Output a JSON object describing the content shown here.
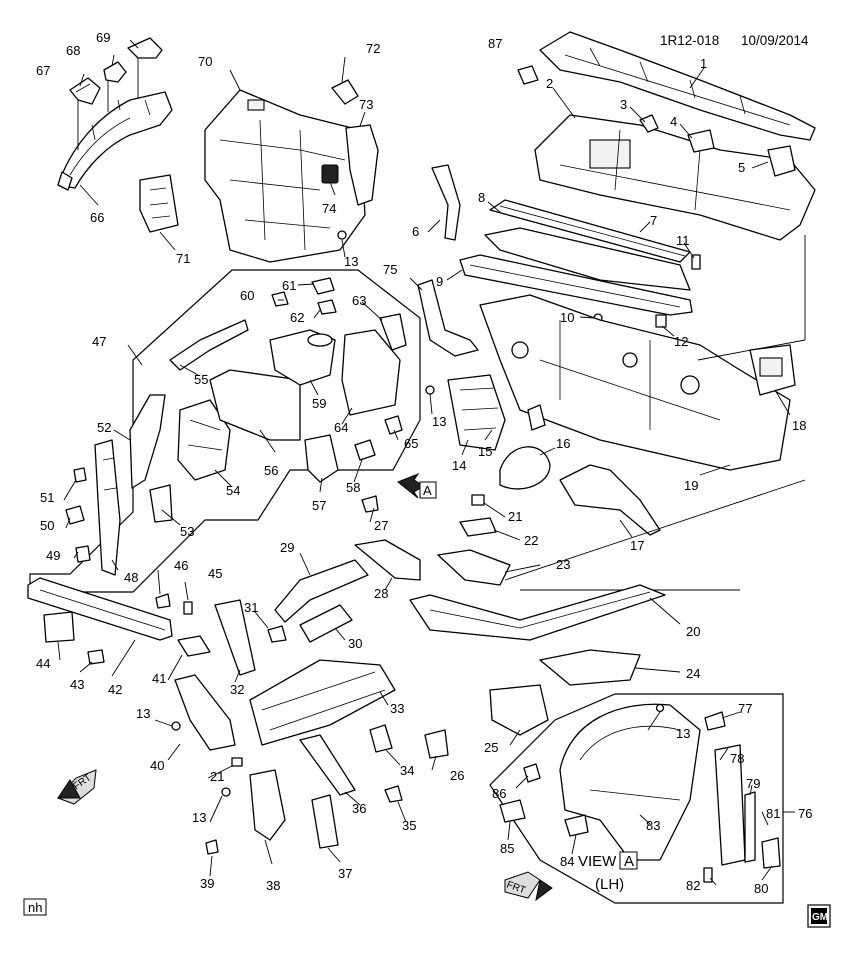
{
  "header": {
    "drawing_id": "1R12-018",
    "date": "10/09/2014"
  },
  "footer": {
    "corner_tag": "nh",
    "logo_text": "GM"
  },
  "view_label": {
    "view_word": "VIEW",
    "view_letter": "A",
    "side": "(LH)"
  },
  "arrow_labels": {
    "main_view_letter": "A",
    "front": "FRT"
  },
  "callouts": {
    "c1": "1",
    "c2": "2",
    "c3": "3",
    "c4": "4",
    "c5": "5",
    "c6": "6",
    "c7": "7",
    "c8": "8",
    "c9": "9",
    "c10": "10",
    "c11": "11",
    "c12": "12",
    "c13a": "13",
    "c13b": "13",
    "c13c": "13",
    "c13d": "13",
    "c13e": "13",
    "c14": "14",
    "c15": "15",
    "c16": "16",
    "c17": "17",
    "c18": "18",
    "c19": "19",
    "c20": "20",
    "c21a": "21",
    "c21b": "21",
    "c22": "22",
    "c23": "23",
    "c24": "24",
    "c25": "25",
    "c26": "26",
    "c27": "27",
    "c28": "28",
    "c29": "29",
    "c30": "30",
    "c31": "31",
    "c32": "32",
    "c33": "33",
    "c34": "34",
    "c35": "35",
    "c36": "36",
    "c37": "37",
    "c38": "38",
    "c39": "39",
    "c40": "40",
    "c41": "41",
    "c42": "42",
    "c43": "43",
    "c44": "44",
    "c45": "45",
    "c46": "46",
    "c47": "47",
    "c48": "48",
    "c49": "49",
    "c50": "50",
    "c51": "51",
    "c52": "52",
    "c53": "53",
    "c54": "54",
    "c55": "55",
    "c56": "56",
    "c57": "57",
    "c58": "58",
    "c59": "59",
    "c60": "60",
    "c61": "61",
    "c62": "62",
    "c63": "63",
    "c64": "64",
    "c65": "65",
    "c66": "66",
    "c67": "67",
    "c68": "68",
    "c69": "69",
    "c70": "70",
    "c71": "71",
    "c72": "72",
    "c73": "73",
    "c74": "74",
    "c75": "75",
    "c76": "76",
    "c77": "77",
    "c78": "78",
    "c79": "79",
    "c80": "80",
    "c81": "81",
    "c82": "82",
    "c83": "83",
    "c84": "84",
    "c85": "85",
    "c86": "86",
    "c87": "87"
  }
}
